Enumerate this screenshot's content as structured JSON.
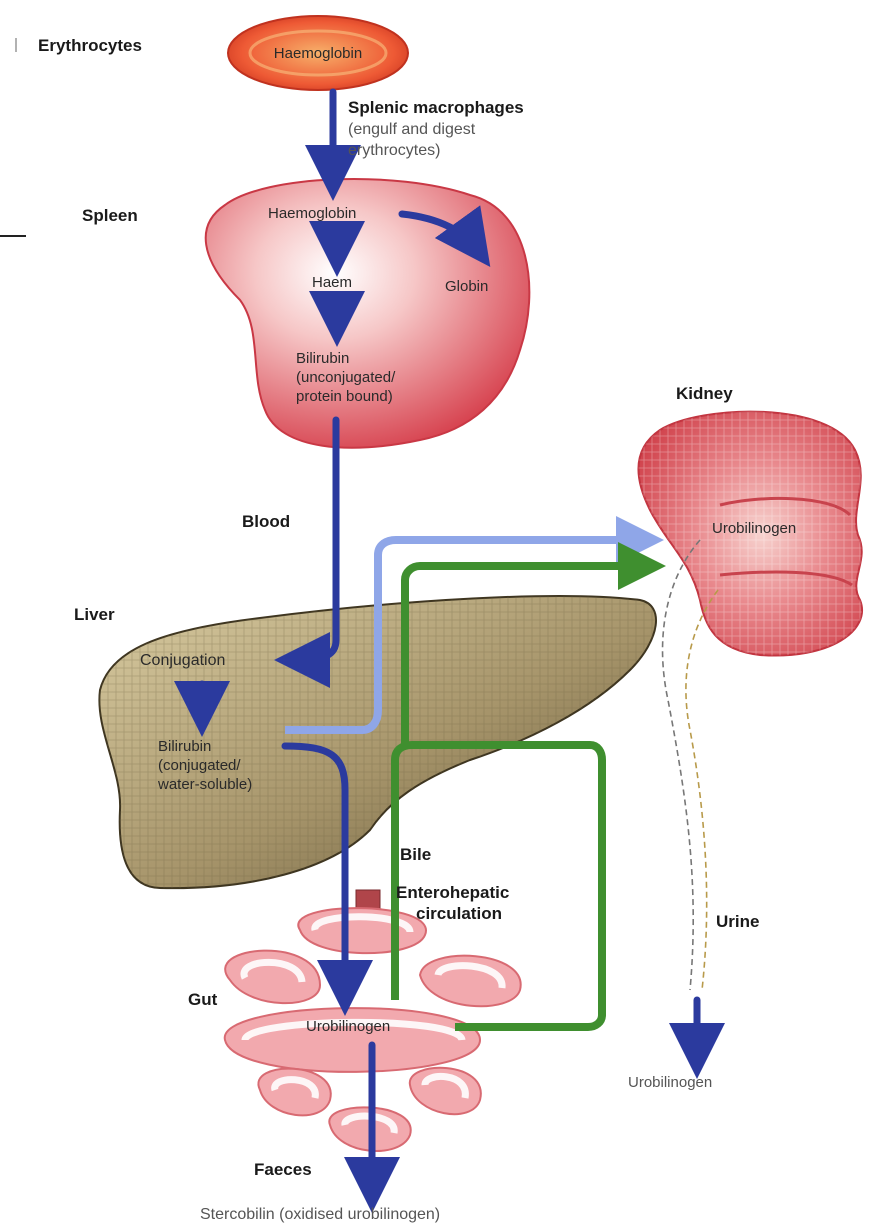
{
  "labels": {
    "erythrocytes": "Erythrocytes",
    "spleen": "Spleen",
    "kidney": "Kidney",
    "blood": "Blood",
    "liver": "Liver",
    "bile": "Bile",
    "enterohepatic_1": "Enterohepatic",
    "enterohepatic_2": "circulation",
    "urine": "Urine",
    "gut": "Gut",
    "faeces": "Faeces"
  },
  "rbc": {
    "text": "Haemoglobin"
  },
  "spleen_organ": {
    "haemoglobin": "Haemoglobin",
    "haem": "Haem",
    "globin": "Globin",
    "bilirubin": "Bilirubin",
    "bilirubin_note_1": "(unconjugated/",
    "bilirubin_note_2": "protein bound)"
  },
  "macrophages": {
    "title": "Splenic macrophages",
    "note_1": "(engulf and digest",
    "note_2": "erythrocytes)"
  },
  "kidney_organ": {
    "text": "Urobilinogen"
  },
  "liver_organ": {
    "conjugation": "Conjugation",
    "bilirubin": "Bilirubin",
    "note_1": "(conjugated/",
    "note_2": "water-soluble)"
  },
  "gut_organ": {
    "text": "Urobilinogen"
  },
  "urine_product": "Urobilinogen",
  "faeces_product": "Stercobilin (oxidised urobilinogen)",
  "colors": {
    "pathway_arrow": "#2b3a9e",
    "kidney_route": "#8fa6e8",
    "enterohepatic": "#3f8f2f",
    "spleen": "#d94c55",
    "liver": "#8a7a52",
    "gut": "#f0a0a6",
    "rbc": "#e8553a"
  }
}
